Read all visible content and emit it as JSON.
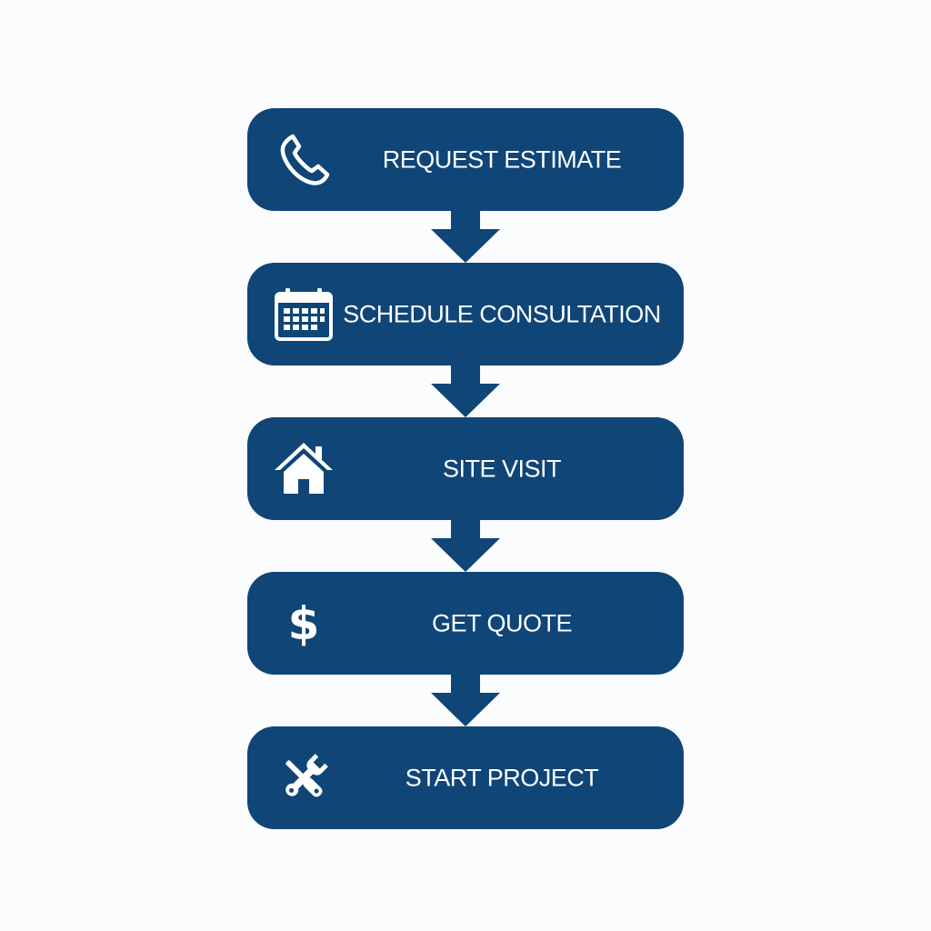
{
  "colors": {
    "box": "#0f4577",
    "text": "#ffffff",
    "background": "#fbfcfd"
  },
  "steps": [
    {
      "label": "REQUEST ESTIMATE",
      "icon": "phone-icon"
    },
    {
      "label": "SCHEDULE CONSULTATION",
      "icon": "calendar-icon"
    },
    {
      "label": "SITE VISIT",
      "icon": "house-icon"
    },
    {
      "label": "GET QUOTE",
      "icon": "dollar-icon",
      "glyph": "$"
    },
    {
      "label": "START PROJECT",
      "icon": "tools-icon"
    }
  ]
}
